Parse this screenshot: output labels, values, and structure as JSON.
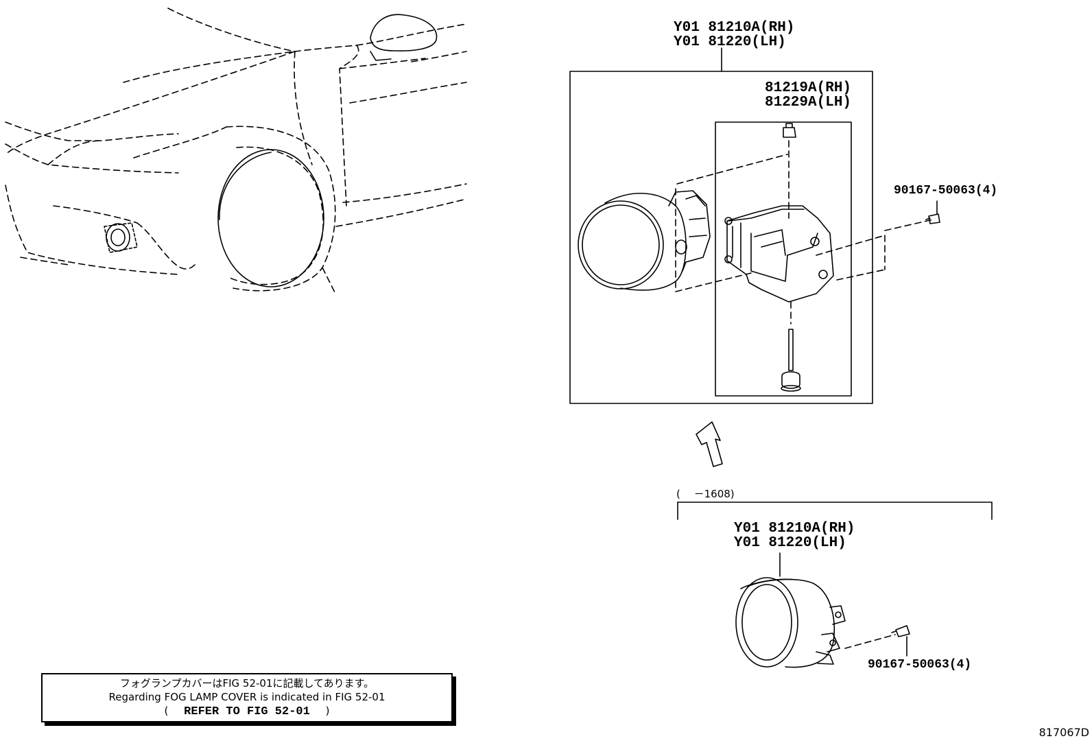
{
  "assembly_top": {
    "part_rh": "Y01 81210A(RH)",
    "part_lh": "Y01 81220(LH)"
  },
  "bracket": {
    "part_rh": "81219A(RH)",
    "part_lh": "81229A(LH)"
  },
  "screw_top": {
    "part": "90167-50063(4)"
  },
  "variant": {
    "range": "(　 －1608)",
    "part_rh": "Y01 81210A(RH)",
    "part_lh": "Y01 81220(LH)",
    "screw": "90167-50063(4)"
  },
  "note": {
    "line1": "フォグランプカバーはFIG 52-01に記載してあります。",
    "line2": "Regarding FOG LAMP COVER is indicated in FIG 52-01",
    "line3_open": "(",
    "line3_ref": "REFER TO FIG 52-01",
    "line3_close": ")"
  },
  "figure_code": "817067D"
}
